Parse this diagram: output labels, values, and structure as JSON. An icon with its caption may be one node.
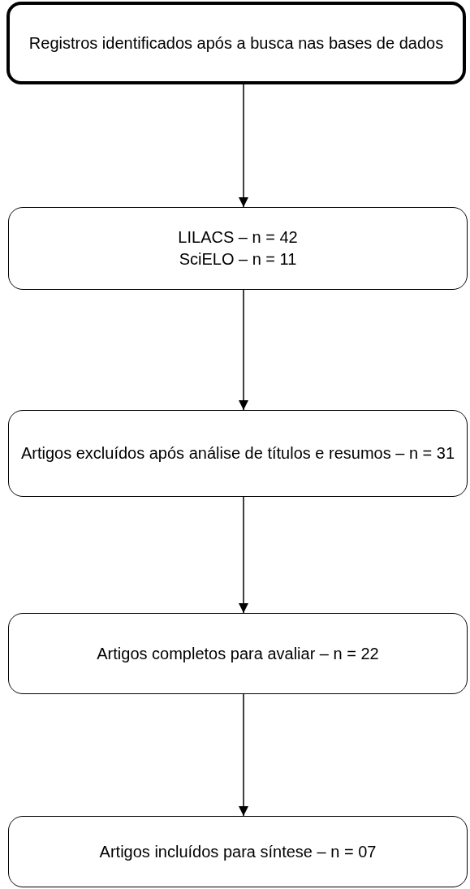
{
  "diagram": {
    "nodes": [
      {
        "text": [
          "Registros identificados após a busca nas bases de dados"
        ]
      },
      {
        "text": [
          "LILACS – n = 42",
          "SciELO – n = 11"
        ]
      },
      {
        "text": [
          "Artigos excluídos após análise de títulos e resumos – n = 31"
        ]
      },
      {
        "text": [
          "Artigos completos para avaliar – n = 22"
        ]
      },
      {
        "text": [
          "Artigos incluídos para síntese – n = 07"
        ]
      }
    ],
    "edges": [
      {
        "from": 0,
        "to": 1,
        "arrow": "to"
      },
      {
        "from": 1,
        "to": 2,
        "arrow": "to"
      },
      {
        "from": 2,
        "to": 3,
        "arrow": "to"
      },
      {
        "from": 3,
        "to": 4,
        "arrow": "to"
      }
    ]
  }
}
